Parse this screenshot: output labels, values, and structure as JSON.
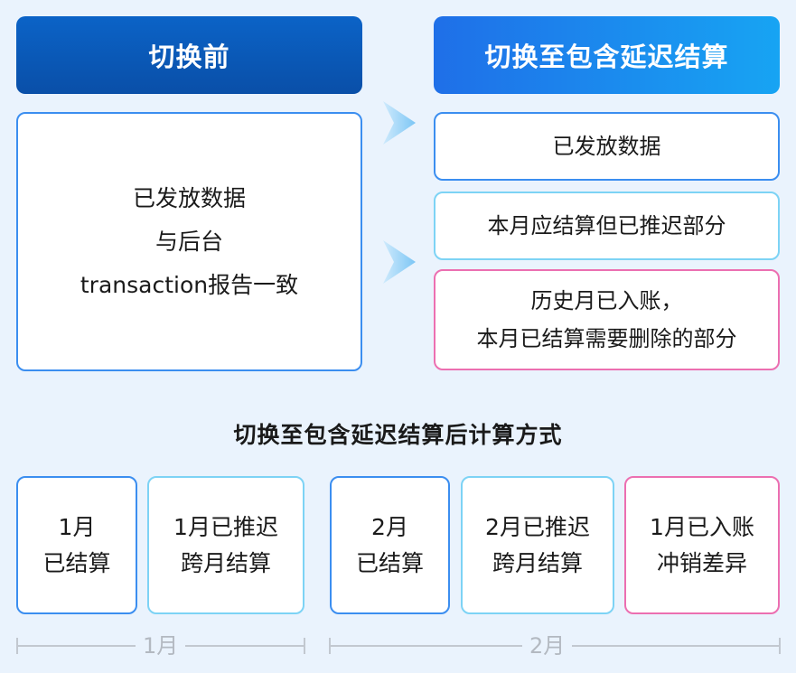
{
  "before": {
    "header": "切换前",
    "card_lines": [
      "已发放数据",
      "与后台",
      "transaction报告一致"
    ]
  },
  "after": {
    "header": "切换至包含延迟结算",
    "card1": "已发放数据",
    "card2": "本月应结算但已推迟部分",
    "card3_lines": [
      "历史月已入账，",
      "本月已结算需要删除的部分"
    ]
  },
  "section_title": "切换至包含延迟结算后计算方式",
  "tiles": [
    {
      "lines": [
        "1月",
        "已结算"
      ]
    },
    {
      "lines": [
        "1月已推迟",
        "跨月结算"
      ]
    },
    {
      "lines": [
        "2月",
        "已结算"
      ]
    },
    {
      "lines": [
        "2月已推迟",
        "跨月结算"
      ]
    },
    {
      "lines": [
        "1月已入账",
        "冲销差异"
      ]
    }
  ],
  "timeline": {
    "month1": "1月",
    "month2": "2月"
  },
  "colors": {
    "header_before": "#0a4fa8",
    "header_after": "#1f6fe8",
    "border_blue": "#3b8ef0",
    "border_light": "#7dd3f5",
    "border_pink": "#ec6fb1",
    "arrow": "#8fd0f7"
  },
  "icons": {
    "arrow": "right-arrow-icon"
  }
}
